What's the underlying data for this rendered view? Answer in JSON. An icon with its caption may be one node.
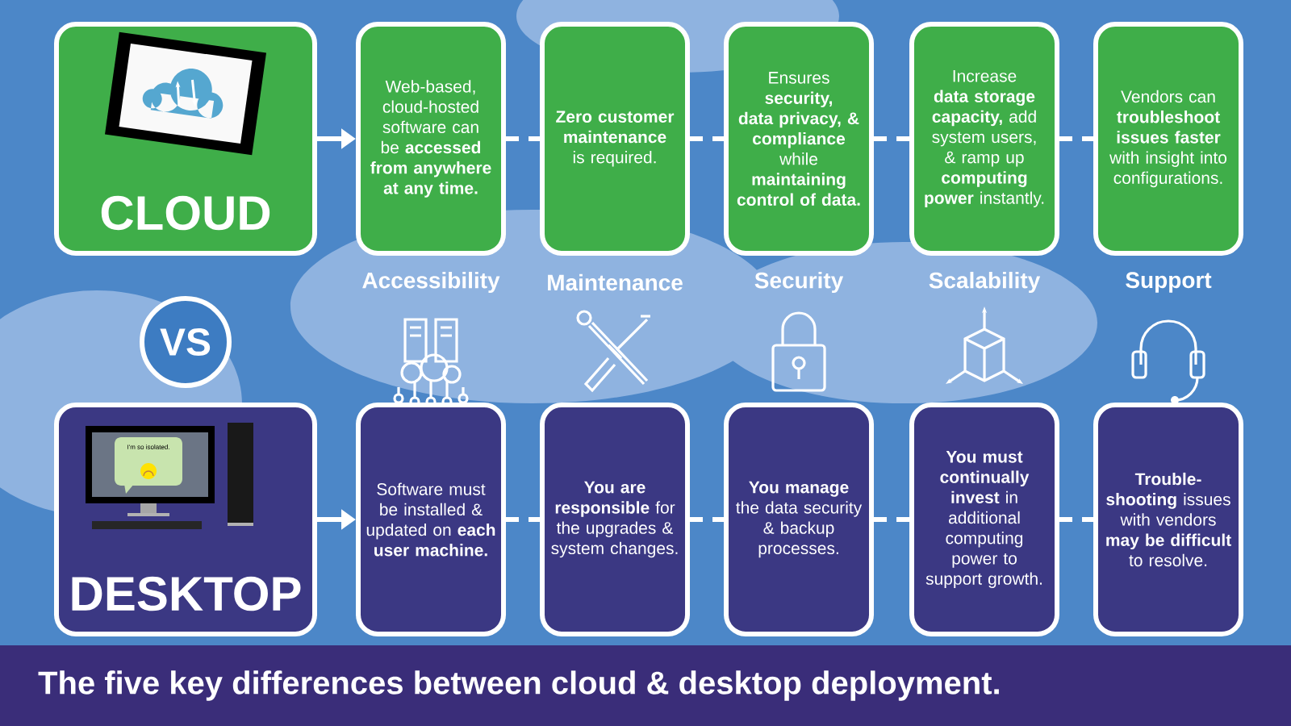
{
  "diagram": {
    "title": "The five key differences between cloud & desktop deployment.",
    "nodes": [
      {
        "text": [
          "CLOUD"
        ]
      },
      {
        "text": [
          "Web-based, cloud-hosted software can be **accessed from anywhere at any time.**"
        ]
      },
      {
        "text": [
          "**Zero customer maintenance** is required."
        ]
      },
      {
        "text": [
          "Ensures **security, data privacy, & compliance** while **maintaining control of data.**"
        ]
      },
      {
        "text": [
          "Increase **data storage capacity,** add system users, & ramp up **computing power** instantly."
        ]
      },
      {
        "text": [
          "Vendors can **troubleshoot issues faster** with insight into configurations."
        ]
      },
      {
        "text": [
          "VS"
        ]
      },
      {
        "text": [
          "DESKTOP"
        ]
      },
      {
        "text": [
          "Software must be installed & updated on **each user machine.**"
        ]
      },
      {
        "text": [
          "**You are responsible** for the upgrades & system changes."
        ]
      },
      {
        "text": [
          "**You manage** the data security & backup processes."
        ]
      },
      {
        "text": [
          "**You must continually invest** in additional computing power to support growth."
        ]
      },
      {
        "text": [
          "**Trouble-shooting** issues with vendors **may be difficult** to resolve."
        ]
      }
    ],
    "edges": [
      {
        "from": 0,
        "to": 1,
        "arrow": "to"
      },
      {
        "from": 1,
        "to": 2,
        "arrow": "none",
        "style": "dashed"
      },
      {
        "from": 2,
        "to": 3,
        "arrow": "none",
        "style": "dashed"
      },
      {
        "from": 3,
        "to": 4,
        "arrow": "none",
        "style": "dashed"
      },
      {
        "from": 4,
        "to": 5,
        "arrow": "none",
        "style": "dashed"
      },
      {
        "from": 7,
        "to": 8,
        "arrow": "to"
      },
      {
        "from": 8,
        "to": 9,
        "arrow": "none",
        "style": "dashed"
      },
      {
        "from": 9,
        "to": 10,
        "arrow": "none",
        "style": "dashed"
      },
      {
        "from": 10,
        "to": 11,
        "arrow": "none",
        "style": "dashed"
      },
      {
        "from": 11,
        "to": 12,
        "arrow": "none",
        "style": "dashed"
      }
    ],
    "labels": [
      "Accessibility",
      "Maintenance",
      "Security",
      "Scalability",
      "Support",
      "I'm so isolated."
    ]
  }
}
